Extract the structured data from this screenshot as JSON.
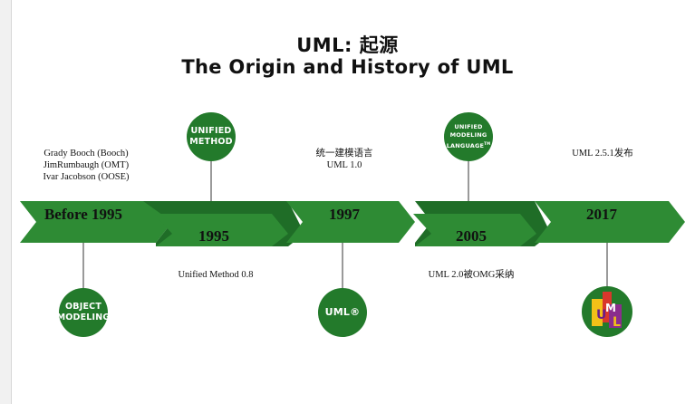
{
  "title": {
    "line1": "UML: 起源",
    "line2": "The Origin and History of UML"
  },
  "colors": {
    "arrow_light": "#2e8b34",
    "arrow_dark": "#1f6d27",
    "circle": "#237a2b",
    "connector": "#9a9a9a"
  },
  "years": {
    "y0": "Before 1995",
    "y1": "1995",
    "y2": "1997",
    "y3": "2005",
    "y4": "2017"
  },
  "notes": {
    "before1995_line1": "Grady Booch (Booch)",
    "before1995_line2": "JimRumbaugh (OMT)",
    "before1995_line3": "Ivar Jacobson (OOSE)",
    "y1995": "Unified Method 0.8",
    "y1997_line1": "统一建模语言",
    "y1997_line2": "UML 1.0",
    "y2005": "UML 2.0被OMG采纳",
    "y2017": "UML 2.5.1发布"
  },
  "circles": {
    "object_line1": "OBJECT",
    "object_line2": "MODELING",
    "unified_line1": "UNIFIED",
    "unified_line2": "METHOD",
    "uml_reg": "UML®",
    "uml_lang_line1": "UNIFIED",
    "uml_lang_line2": "MODELING",
    "uml_lang_line3": "LANGUAGE",
    "uml_lang_tm": "TM",
    "uml_logo": "UML"
  }
}
